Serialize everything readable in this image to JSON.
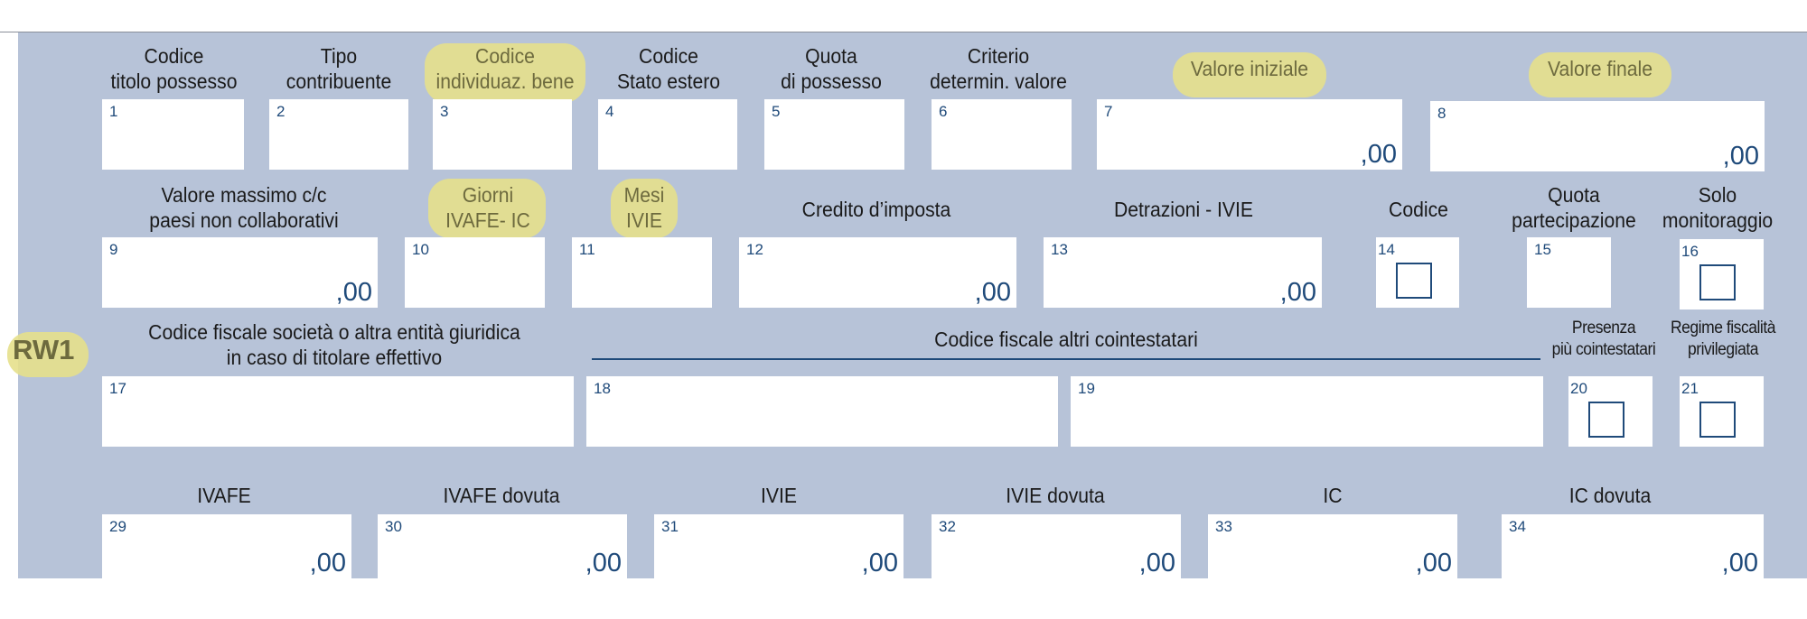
{
  "row_code": "RW1",
  "cents": ",00",
  "labels": {
    "l1": [
      "Codice",
      "titolo possesso"
    ],
    "l2": [
      "Tipo",
      "contribuente"
    ],
    "l3": [
      "Codice",
      "individuaz. bene"
    ],
    "l4": [
      "Codice",
      "Stato estero"
    ],
    "l5": [
      "Quota",
      "di possesso"
    ],
    "l6": [
      "Criterio",
      "determin. valore"
    ],
    "l7": "Valore iniziale",
    "l8": "Valore finale",
    "l9": [
      "Valore massimo c/c",
      "paesi non collaborativi"
    ],
    "l10": [
      "Giorni",
      "IVAFE- IC"
    ],
    "l11": [
      "Mesi",
      "IVIE"
    ],
    "l12": "Credito d’imposta",
    "l13": "Detrazioni - IVIE",
    "l14": "Codice",
    "l15": [
      "Quota",
      "partecipazione"
    ],
    "l16": [
      "Solo",
      "monitoraggio"
    ],
    "l17": [
      "Codice fiscale società o altra entità giuridica",
      "in caso di titolare effettivo"
    ],
    "l18": "Codice fiscale altri cointestatari",
    "l20": [
      "Presenza",
      "più cointestatari"
    ],
    "l21": [
      "Regime fiscalità",
      "privilegiata"
    ],
    "l29": "IVAFE",
    "l30": "IVAFE dovuta",
    "l31": "IVIE",
    "l32": "IVIE dovuta",
    "l33": "IC",
    "l34": "IC dovuta"
  },
  "fields": {
    "f1": "1",
    "f2": "2",
    "f3": "3",
    "f4": "4",
    "f5": "5",
    "f6": "6",
    "f7": "7",
    "f8": "8",
    "f9": "9",
    "f10": "10",
    "f11": "11",
    "f12": "12",
    "f13": "13",
    "f14": "14",
    "f15": "15",
    "f16": "16",
    "f17": "17",
    "f18": "18",
    "f19": "19",
    "f20": "20",
    "f21": "21",
    "f29": "29",
    "f30": "30",
    "f31": "31",
    "f32": "32",
    "f33": "33",
    "f34": "34"
  },
  "colors": {
    "panel": "#b7c3d8",
    "field_number": "#1f4a7a",
    "highlight": "#e5e08c"
  }
}
